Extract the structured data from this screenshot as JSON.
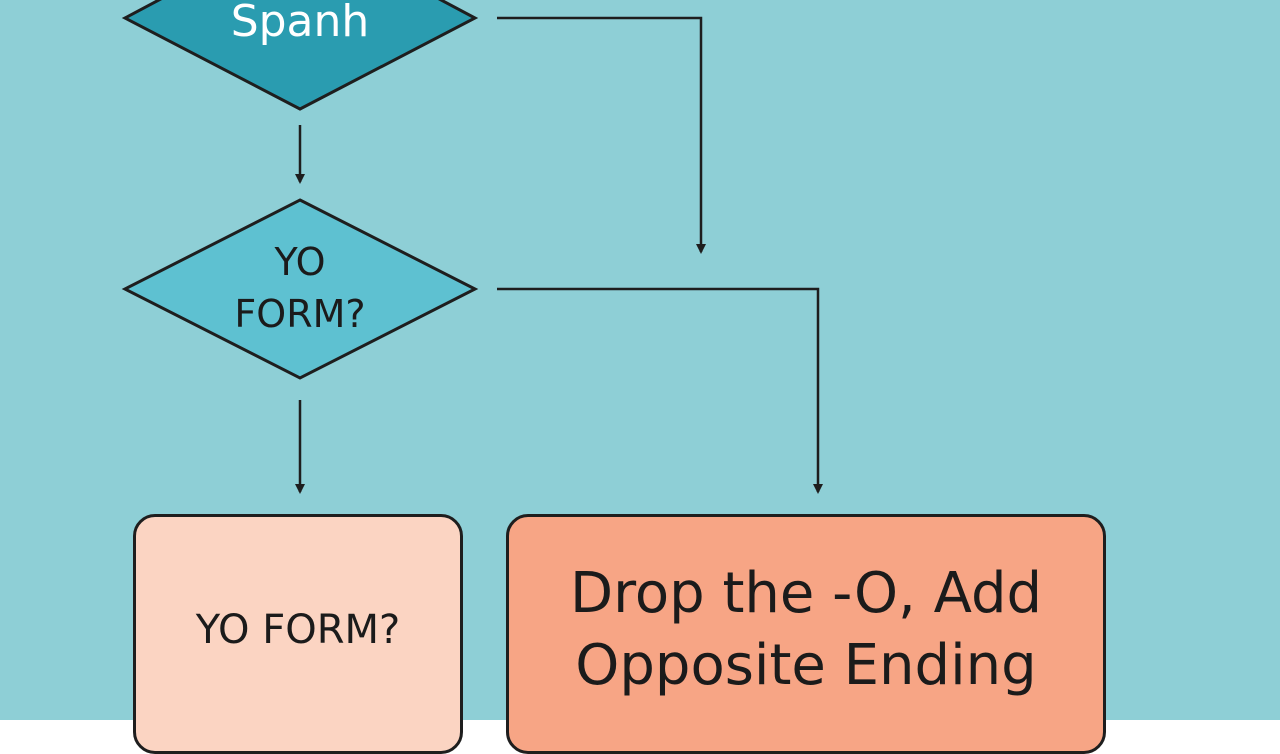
{
  "diagram": {
    "start_decision": {
      "label": "Spanh"
    },
    "yo_decision": {
      "label": "YO\nFORM?"
    },
    "left_box": {
      "label": "YO FORM?"
    },
    "right_box": {
      "label": "Drop the -O, Add\nOpposite Ending"
    }
  },
  "colors": {
    "background": "#8ecfd6",
    "start_decision_fill": "#2a9cb0",
    "yo_decision_fill": "#5ec1d1",
    "left_box_fill": "#fbd4c2",
    "right_box_fill": "#f7a585",
    "stroke": "#1e1e1e",
    "start_text": "#ffffff"
  }
}
